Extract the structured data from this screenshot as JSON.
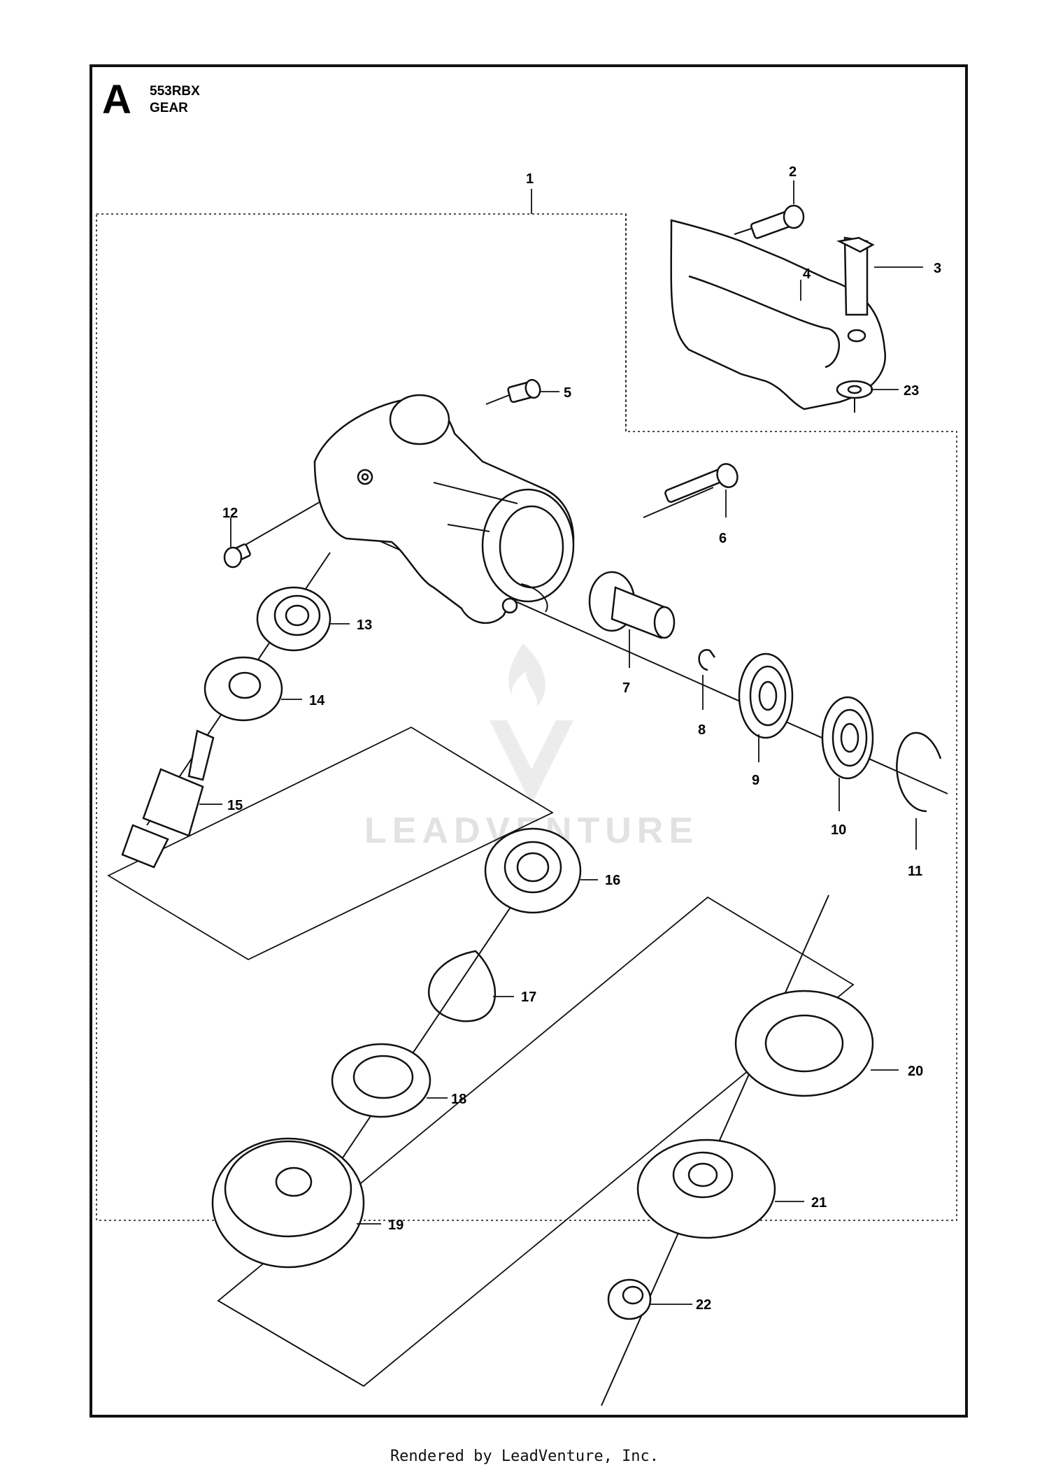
{
  "header": {
    "section_letter": "A",
    "model": "553RBX",
    "section_name": "GEAR"
  },
  "callouts": [
    "1",
    "2",
    "3",
    "4",
    "5",
    "6",
    "7",
    "8",
    "9",
    "10",
    "11",
    "12",
    "13",
    "14",
    "15",
    "16",
    "17",
    "18",
    "19",
    "20",
    "21",
    "22",
    "23"
  ],
  "watermark": {
    "text": "LEADVENTURE"
  },
  "footer": {
    "text": "Rendered by LeadVenture, Inc."
  }
}
